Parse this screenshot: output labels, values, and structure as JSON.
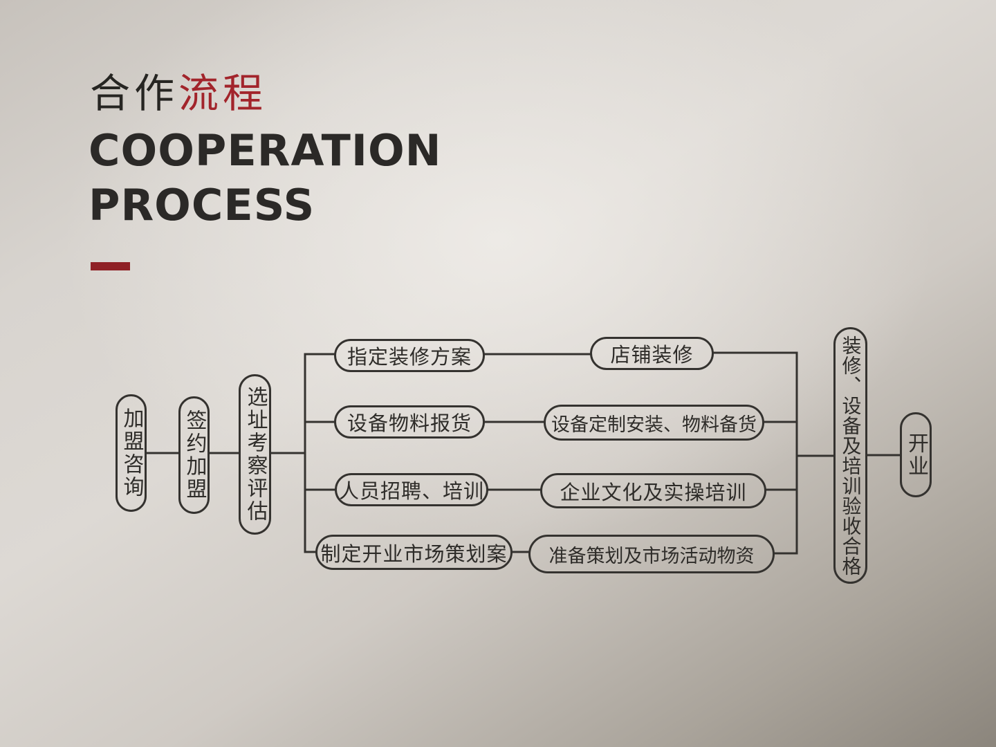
{
  "header": {
    "title_zh_black": "合作",
    "title_zh_red": "流程",
    "title_en_line1": "COOPERATION",
    "title_en_line2": "PROCESS"
  },
  "colors": {
    "accent_red": "#a2242b",
    "dash_red": "#8f2025",
    "line_dark": "#34322f",
    "paper_light": "#ddd9d4",
    "paper_dark": "#8b857c"
  },
  "flow": {
    "stages": [
      {
        "label": "加盟咨询"
      },
      {
        "label": "签约加盟"
      },
      {
        "label": "选址考察评估"
      }
    ],
    "branches": [
      {
        "left": "指定装修方案",
        "right": "店铺装修"
      },
      {
        "left": "设备物料报货",
        "right": "设备定制安装、物料备货"
      },
      {
        "left": "人员招聘、培训",
        "right": "企业文化及实操培训"
      },
      {
        "left": "制定开业市场策划案",
        "right": "准备策划及市场活动物资"
      }
    ],
    "acceptance": {
      "label": "装修、设备及培训验收合格"
    },
    "final": {
      "label": "开业"
    }
  }
}
